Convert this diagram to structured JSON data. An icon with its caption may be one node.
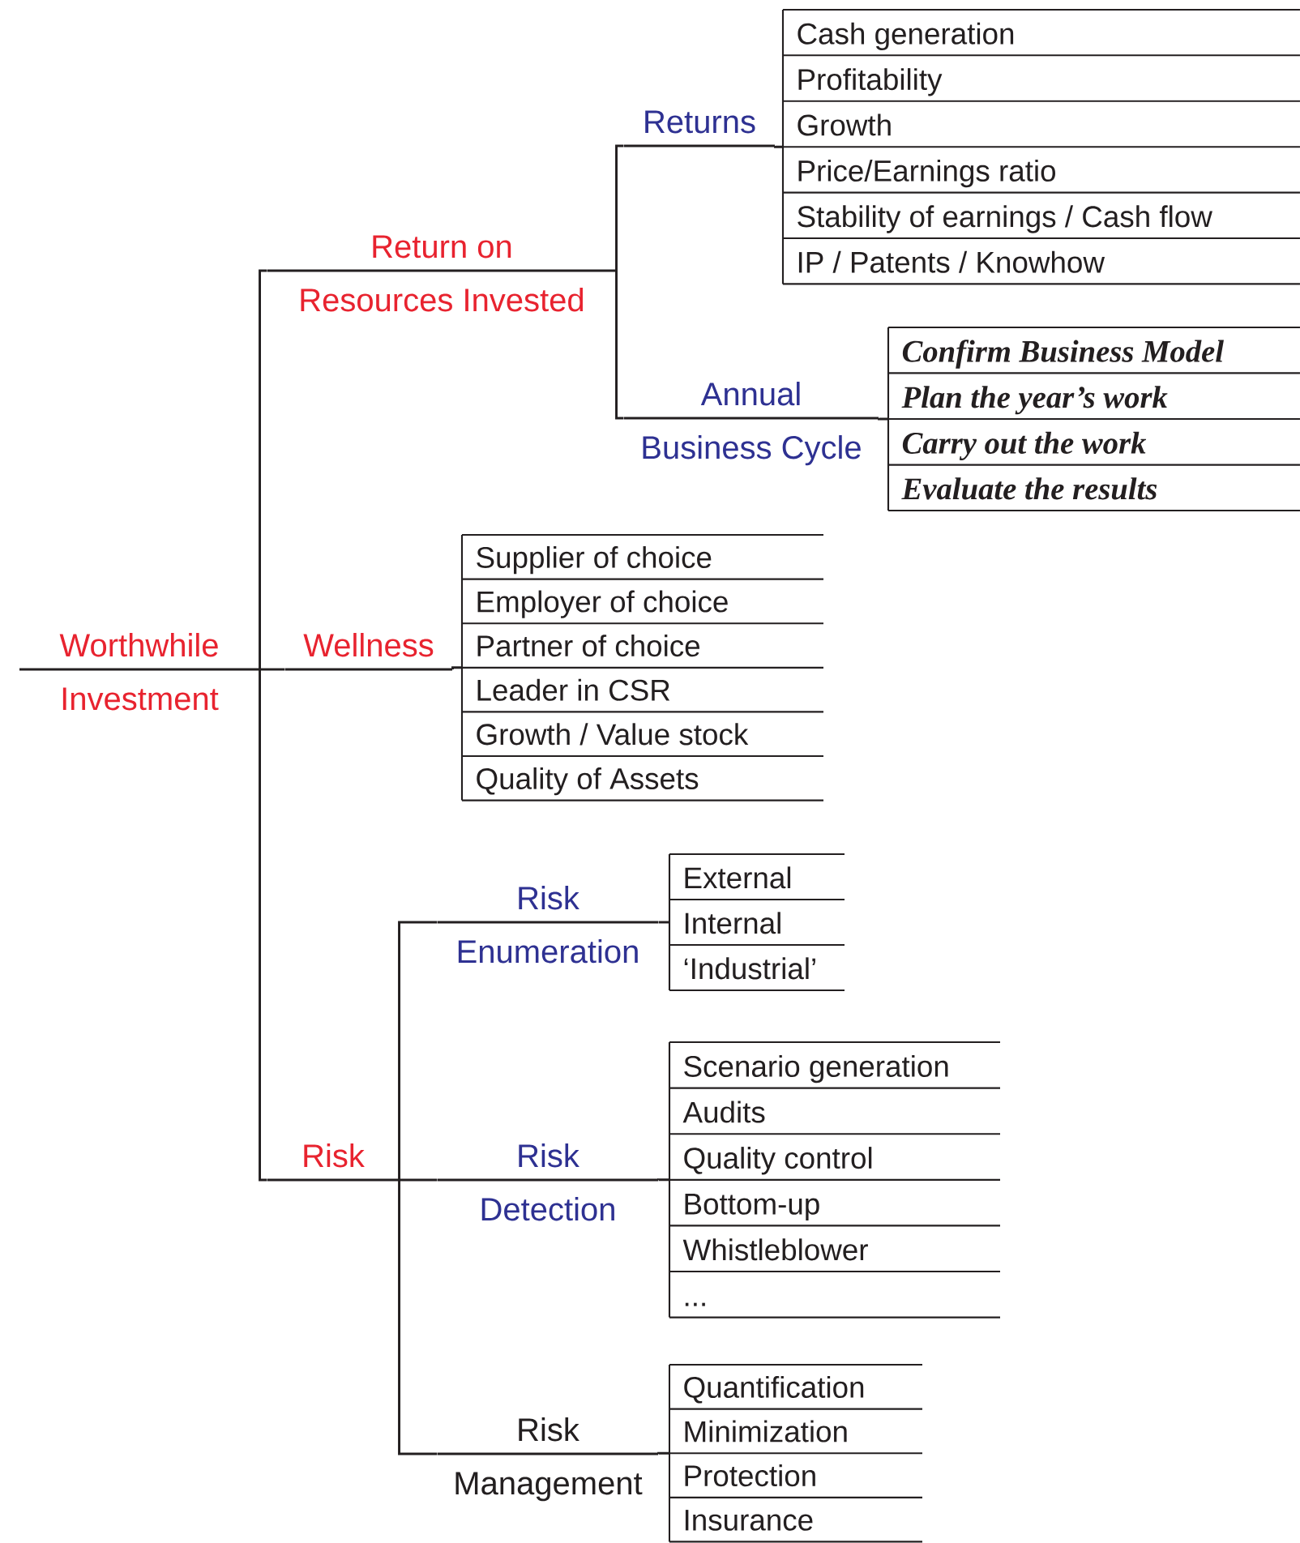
{
  "diagram": {
    "nodes": [
      {
        "text": [
          "Worthwhile",
          "Investment"
        ]
      },
      {
        "text": [
          "Return on",
          "Resources Invested"
        ]
      },
      {
        "text": [
          "Returns"
        ]
      },
      {
        "text": [
          "Cash generation",
          "Profitability",
          "Growth",
          "Price/Earnings ratio",
          "Stability of earnings / Cash flow",
          "IP / Patents / Knowhow"
        ]
      },
      {
        "text": [
          "Annual",
          "Business Cycle"
        ]
      },
      {
        "text": [
          "Confirm Business Model",
          "Plan the year’s work",
          "Carry out the work",
          "Evaluate the results"
        ]
      },
      {
        "text": [
          "Wellness"
        ]
      },
      {
        "text": [
          "Supplier of choice",
          "Employer of choice",
          "Partner of choice",
          "Leader in CSR",
          "Growth / Value stock",
          "Quality of Assets"
        ]
      },
      {
        "text": [
          "Risk"
        ]
      },
      {
        "text": [
          "Risk",
          "Enumeration"
        ]
      },
      {
        "text": [
          "External",
          "Internal",
          "‘Industrial’"
        ]
      },
      {
        "text": [
          "Risk",
          "Detection"
        ]
      },
      {
        "text": [
          "Scenario generation",
          "Audits",
          "Quality control",
          "Bottom-up",
          "Whistleblower",
          "..."
        ]
      },
      {
        "text": [
          "Risk",
          "Management"
        ]
      },
      {
        "text": [
          "Quantification",
          "Minimization",
          "Protection",
          "Insurance"
        ]
      }
    ],
    "edges": [
      {
        "from": 0,
        "to": 1,
        "arrow": "none"
      },
      {
        "from": 0,
        "to": 6,
        "arrow": "none"
      },
      {
        "from": 0,
        "to": 8,
        "arrow": "none"
      },
      {
        "from": 1,
        "to": 2,
        "arrow": "none"
      },
      {
        "from": 1,
        "to": 4,
        "arrow": "none"
      },
      {
        "from": 2,
        "to": 3,
        "arrow": "none"
      },
      {
        "from": 4,
        "to": 5,
        "arrow": "none"
      },
      {
        "from": 6,
        "to": 7,
        "arrow": "none"
      },
      {
        "from": 8,
        "to": 9,
        "arrow": "none"
      },
      {
        "from": 8,
        "to": 11,
        "arrow": "none"
      },
      {
        "from": 8,
        "to": 13,
        "arrow": "none"
      },
      {
        "from": 9,
        "to": 10,
        "arrow": "none"
      },
      {
        "from": 11,
        "to": 12,
        "arrow": "none"
      },
      {
        "from": 13,
        "to": 14,
        "arrow": "none"
      }
    ]
  }
}
